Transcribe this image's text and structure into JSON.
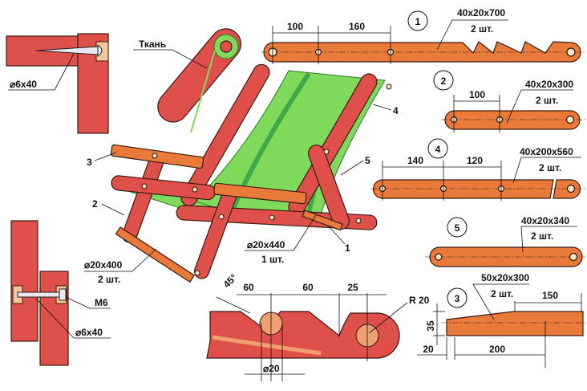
{
  "title": "Chaise longue assembly drawing",
  "colors": {
    "wood": "#e0504a",
    "wood_light": "#ea7a3a",
    "fabric": "#7fd95a",
    "line": "#111111"
  },
  "details": {
    "corner_joint": {
      "screw": "⌀6x40"
    },
    "fabric_roll": {
      "label": "Ткань"
    },
    "bolt_joint": {
      "bolt": "M6",
      "screw": "⌀6x40"
    }
  },
  "assembly": {
    "callouts": [
      "1",
      "2",
      "3",
      "4",
      "5"
    ],
    "rod_front": {
      "size": "⌀20x440",
      "qty": "1 шт."
    },
    "rod_rear": {
      "size": "⌀20x400",
      "qty": "2 шт."
    }
  },
  "parts": [
    {
      "id": "1",
      "size": "40x20x700",
      "qty": "2 шт.",
      "dims": [
        "100",
        "160"
      ]
    },
    {
      "id": "2",
      "size": "40x20x300",
      "qty": "2 шт.",
      "dims": [
        "100"
      ]
    },
    {
      "id": "4",
      "size": "40x200x560",
      "qty": "2 шт.",
      "dims": [
        "140",
        "120"
      ]
    },
    {
      "id": "5",
      "size": "40x20x340",
      "qty": "2 шт.",
      "dims": []
    },
    {
      "id": "3",
      "size": "50x20x300",
      "qty": "2 шт.",
      "dims": [
        "150",
        "35",
        "20",
        "200"
      ]
    }
  ],
  "hook_detail": {
    "dims": [
      "60",
      "60",
      "25"
    ],
    "radius": "R 20",
    "angle": "45°",
    "diameter": "⌀20"
  }
}
